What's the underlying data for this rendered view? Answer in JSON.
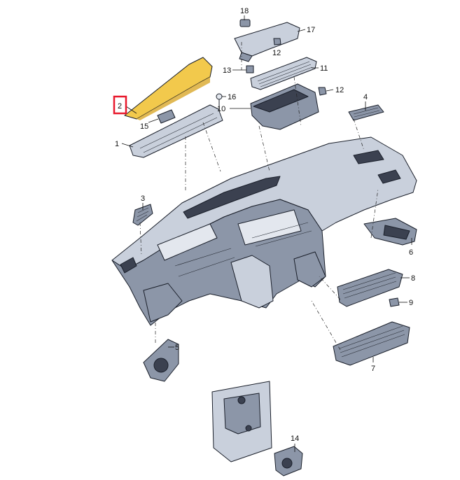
{
  "callouts": [
    {
      "id": "1",
      "label": "1"
    },
    {
      "id": "2",
      "label": "2"
    },
    {
      "id": "3",
      "label": "3"
    },
    {
      "id": "4",
      "label": "4"
    },
    {
      "id": "5",
      "label": "5"
    },
    {
      "id": "6",
      "label": "6"
    },
    {
      "id": "7",
      "label": "7"
    },
    {
      "id": "8",
      "label": "8"
    },
    {
      "id": "9",
      "label": "9"
    },
    {
      "id": "10",
      "label": "10"
    },
    {
      "id": "11",
      "label": "11"
    },
    {
      "id": "12",
      "label": "12"
    },
    {
      "id": "13",
      "label": "13"
    },
    {
      "id": "14",
      "label": "14"
    },
    {
      "id": "15",
      "label": "15"
    },
    {
      "id": "16",
      "label": "16"
    },
    {
      "id": "17",
      "label": "17"
    },
    {
      "id": "18",
      "label": "18"
    }
  ],
  "highlight": {
    "part": "2",
    "frame_color": "#e8192c",
    "fill_color": "#f2c94c"
  },
  "colors": {
    "part_shade": "#8c96a8",
    "part_light": "#c9d0dc",
    "part_dark": "#3b4150"
  }
}
